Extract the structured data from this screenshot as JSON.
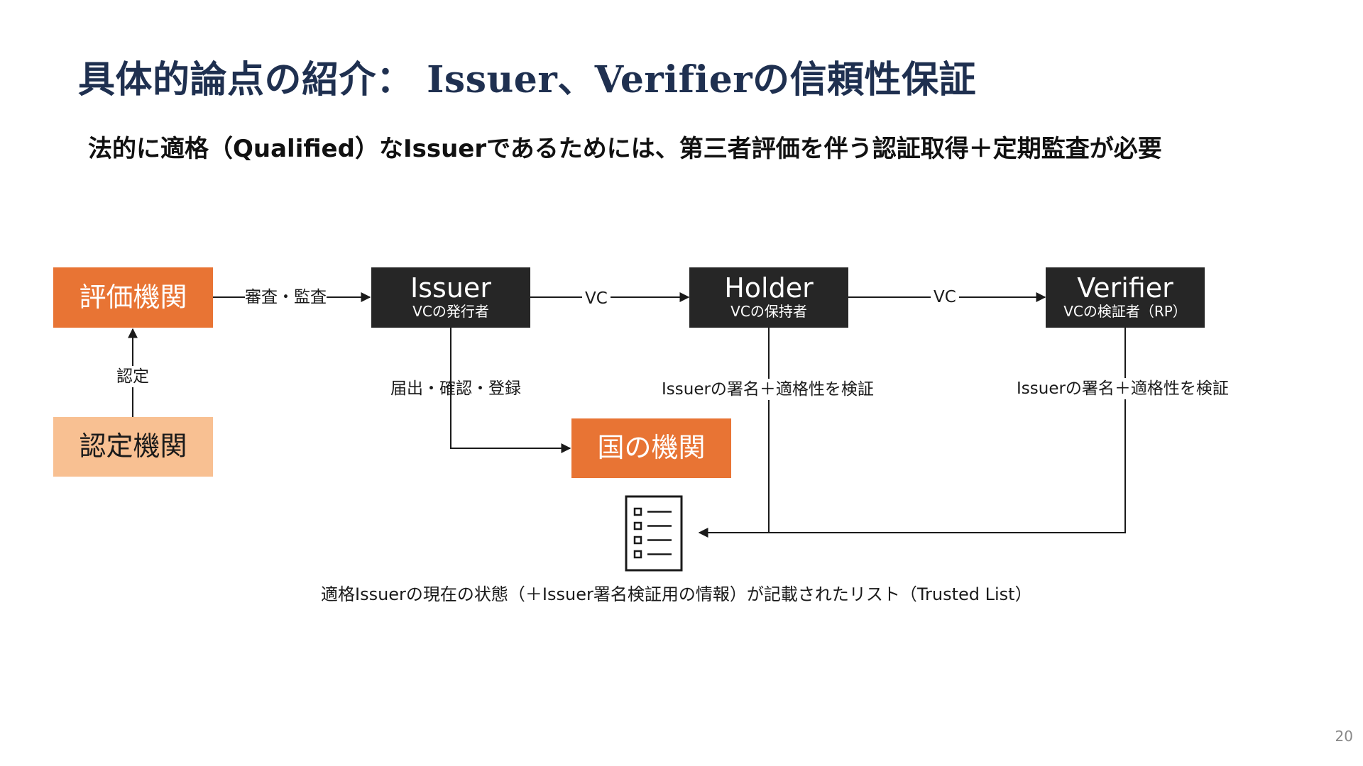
{
  "slide": {
    "title": "具体的論点の紹介： Issuer、Verifierの信頼性保証",
    "subtitle": "法的に適格（Qualified）なIssuerであるためには、第三者評価を伴う認証取得＋定期監査が必要",
    "page_number": "20"
  },
  "nodes": {
    "evaluator": {
      "label": "評価機関"
    },
    "certifier": {
      "label": "認定機関"
    },
    "issuer": {
      "label": "Issuer",
      "sub": "VCの発行者"
    },
    "holder": {
      "label": "Holder",
      "sub": "VCの保持者"
    },
    "verifier": {
      "label": "Verifier",
      "sub": "VCの検証者（RP）"
    },
    "national": {
      "label": "国の機関"
    }
  },
  "edges": {
    "audit": "審査・監査",
    "accreditation": "認定",
    "vc_issuer_holder": "VC",
    "vc_holder_verifier": "VC",
    "registration": "届出・確認・登録",
    "holder_verify": "Issuerの署名＋適格性を検証",
    "verifier_verify": "Issuerの署名＋適格性を検証"
  },
  "trusted_list": {
    "icon": "checklist-icon",
    "caption": "適格Issuerの現在の状態（＋Issuer署名検証用の情報）が記載されたリスト（Trusted List）"
  },
  "colors": {
    "title": "#1f3050",
    "dark_box": "#262626",
    "orange_box": "#e87434",
    "peach_box": "#f8c092"
  }
}
